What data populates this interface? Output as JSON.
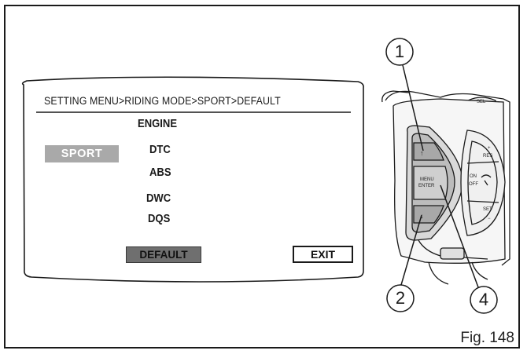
{
  "screen": {
    "breadcrumb": "SETTING MENU>RIDING MODE>SPORT>DEFAULT",
    "selected_mode": "SPORT",
    "menu_items": [
      "ENGINE",
      "DTC",
      "ABS",
      "DWC",
      "DQS"
    ],
    "buttons": {
      "default_label": "DEFAULT",
      "exit_label": "EXIT"
    }
  },
  "switch_block": {
    "left_pod": {
      "up_arrow": "↑",
      "center_label_line1": "MENU",
      "center_label_line2": "ENTER",
      "down_arrow": "↓"
    },
    "right_pod": {
      "plus": "+",
      "res": "RES",
      "on": "ON",
      "off": "OFF",
      "set": "SET",
      "minus": "−"
    },
    "top_label": "SEL"
  },
  "callouts": [
    "1",
    "2",
    "4"
  ],
  "figure_label": "Fig. 148",
  "colors": {
    "line": "#1a1a1a",
    "badge_bg": "#a9a9a9",
    "default_button_bg": "#6f6f6f",
    "background": "#ffffff"
  }
}
